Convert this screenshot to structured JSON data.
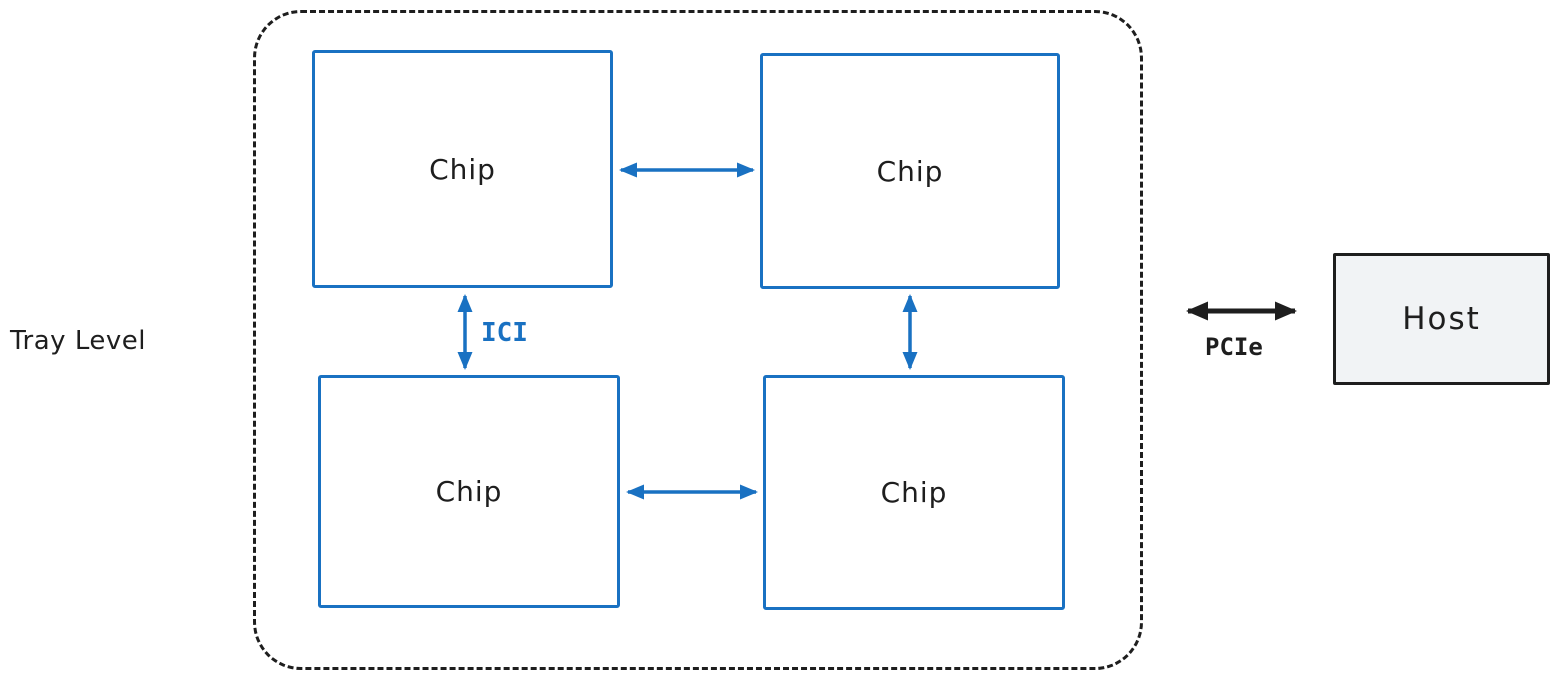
{
  "diagram": {
    "tray": {
      "label": "Tray Level"
    },
    "chips": [
      {
        "label": "Chip",
        "position": "top-left"
      },
      {
        "label": "Chip",
        "position": "top-right"
      },
      {
        "label": "Chip",
        "position": "bottom-left"
      },
      {
        "label": "Chip",
        "position": "bottom-right"
      }
    ],
    "connections": {
      "ici": {
        "label": "ICI",
        "color": "#1971c2",
        "type": "bidirectional-arrow"
      },
      "pcie": {
        "label": "PCIe",
        "color": "#1e1e1e",
        "type": "bidirectional-arrow"
      }
    },
    "host": {
      "label": "Host",
      "fill": "#f1f3f5"
    },
    "colors": {
      "chip_stroke": "#1971c2",
      "arrow_blue": "#1971c2",
      "ink": "#1e1e1e",
      "host_fill": "#f1f3f5",
      "background": "#ffffff"
    }
  }
}
